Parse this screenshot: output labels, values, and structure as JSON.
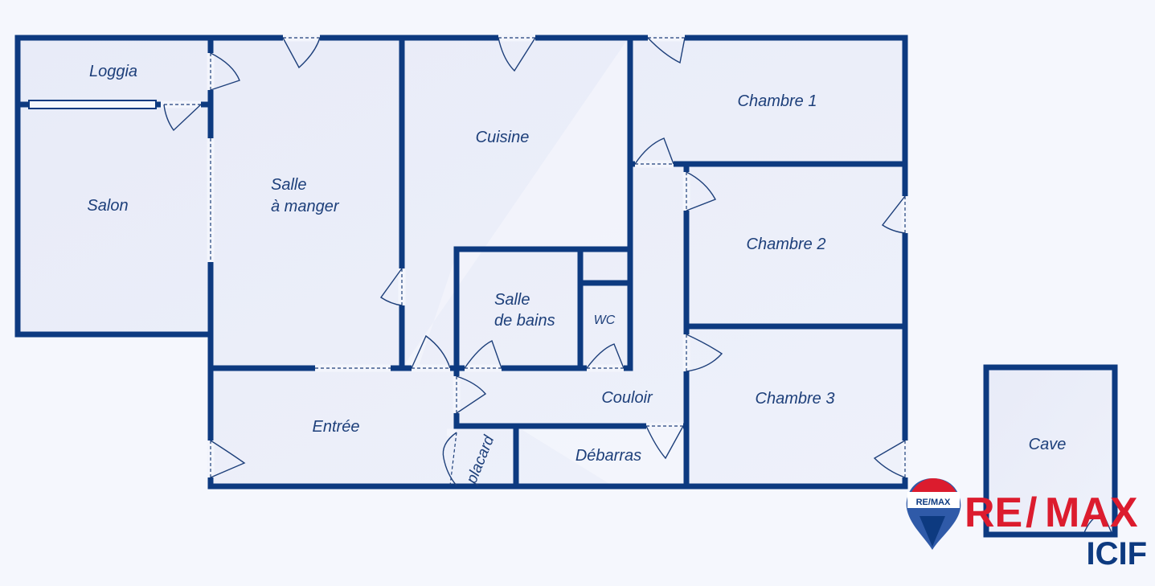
{
  "rooms": {
    "loggia": "Loggia",
    "salon": "Salon",
    "salle_a_manger_1": "Salle",
    "salle_a_manger_2": "à manger",
    "cuisine": "Cuisine",
    "chambre1": "Chambre 1",
    "chambre2": "Chambre 2",
    "chambre3": "Chambre 3",
    "salle_de_bains_1": "Salle",
    "salle_de_bains_2": "de bains",
    "wc": "WC",
    "couloir": "Couloir",
    "entree": "Entrée",
    "placard": "placard",
    "debarras": "Débarras",
    "cave": "Cave"
  },
  "logo": {
    "brand_left": "RE",
    "brand_slash": "/",
    "brand_right": "MAX",
    "balloon_text": "RE/MAX",
    "agency": "ICIF"
  },
  "colors": {
    "wall": "#0d3a80",
    "floor": "#e9ecf8",
    "background": "#f5f7fd",
    "brand_red": "#dc1c2e",
    "brand_blue": "#0d3a80"
  }
}
